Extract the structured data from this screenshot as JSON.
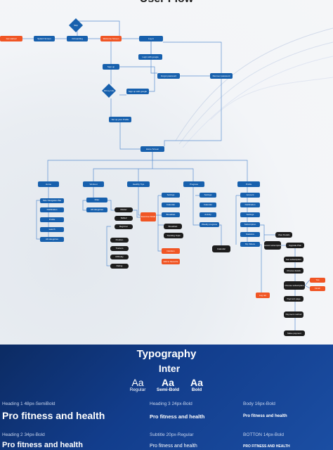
{
  "flow": {
    "title": "User Flow",
    "nodes": {
      "skip": "Skip",
      "get_started": "Get started",
      "splash_screen": "Splash Screen",
      "onboarding": "Onboarding",
      "welcome_screen": "Welcome Screen",
      "login": "Log in",
      "login_google": "Login with google",
      "forgot_password": "Forgot password",
      "recover_password": "Recover password",
      "sign_up": "Sign up",
      "sign_up_google": "Sign up with google",
      "fill_info": "Fill my Info",
      "set_profile": "Set up your Profile",
      "home_screen": "Home Screen",
      "home": "Home",
      "side_nav": "Side Navigation Bar",
      "notification": "Notification",
      "profile": "Profile",
      "search": "search",
      "all_categories": "All categories",
      "workout": "Workout",
      "filter": "Filter",
      "workout_all_categories": "All categories",
      "master": "Master",
      "skilled": "Skilled",
      "beginner": "Beginner",
      "position": "Position",
      "trainers": "Trainers",
      "difficulty": "Difficulty",
      "rating": "Rating",
      "exercise_detail": "Exercise Detail",
      "healthy_tips": "Healthy Tips",
      "ht_settings": "Settings",
      "calendar": "Calendar",
      "breakfast": "Breakfast",
      "breakfast_sub": "Breakfast",
      "trending_topic": "Trending Topic",
      "nutrition": "Nutrition",
      "add_favourite": "Add to favourite",
      "progress": "Progress",
      "pr_settings": "Settings",
      "calender": "Calender",
      "activity": "Activity",
      "weekly_progress": "Weekly progress",
      "calendar_detail": "Calendar",
      "profile_tab": "Profile",
      "account": "Account",
      "pf_notification": "Notification",
      "pf_settings": "Settings",
      "subscription": "Subscription",
      "statistics": "Statistics",
      "my_videos": "My Videos",
      "log_out": "Log out",
      "view_details": "View Details",
      "cancel_subscription": "Cancel subscription",
      "upgrade_plan": "Upgrade Plan",
      "get_subscription": "Get subscription",
      "choose_details": "Choose details",
      "choose_subscription": "Choose subscription",
      "yes": "Yes",
      "finish": "Finish",
      "payment_page": "Payment page",
      "payment_method": "Payment method",
      "make_payment": "Make payment"
    }
  },
  "typography": {
    "title": "Typography",
    "font_name": "Inter",
    "samples": [
      {
        "glyph": "Aa",
        "label": "Regular"
      },
      {
        "glyph": "Aa",
        "label": "Semi-Bold"
      },
      {
        "glyph": "Aa",
        "label": "Bold"
      }
    ],
    "specs": [
      {
        "label": "Heading 1 48px-SemiBold",
        "sample": "Pro fitness and health"
      },
      {
        "label": "Heading 3 24px-Bold",
        "sample": "Pro fitness and health"
      },
      {
        "label": "Body 16px-Bold",
        "sample": "Pro fitness and health"
      },
      {
        "label": "Heading 2 34px-Bold",
        "sample": "Pro fitness and health"
      },
      {
        "label": "Subtitle 20px-Regular",
        "sample": "Pro fitness and health"
      },
      {
        "label": "BOTTON 14px-Bold",
        "sample": "PRO FITNESS AND HEALTH"
      }
    ]
  },
  "colors": {
    "node_blue": "#1760ad",
    "node_orange": "#f05524",
    "node_black": "#1d1d1d",
    "connector": "#5b8fd0",
    "typography_bg": "#123d8c"
  }
}
